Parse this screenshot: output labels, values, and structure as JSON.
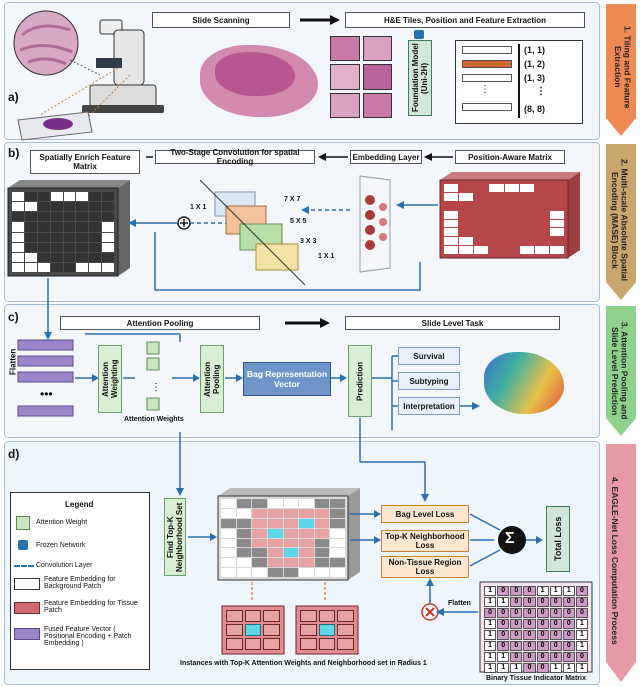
{
  "panels": {
    "a": {
      "label": "a)",
      "slide_scanning": "Slide Scanning",
      "he_tiles": "H&E Tiles, Position  and Feature Extraction",
      "foundation_model": "Foundation Model (Uni-2H)",
      "positions": [
        "(1, 1)",
        "(1, 2)",
        "(1, 3)",
        "(8, 8)"
      ],
      "dots": "⋮"
    },
    "b": {
      "label": "b)",
      "spatially_enrich": "Spatially Enrich Feature Matrix",
      "two_stage": "Two-Stage Convolution for spatial Encoding",
      "embedding_layer": "Embedding Layer",
      "position_aware": "Position-Aware Matrix",
      "kernels": [
        "7 X 7",
        "5 X 5",
        "3 X 3",
        "1 X 1",
        "1 X 1"
      ]
    },
    "c": {
      "label": "c)",
      "flatten": "Flatten",
      "attention_pooling_title": "Attention Pooling",
      "slide_level_task": "Slide Level Task",
      "attention_weighting": "Attention Weighting",
      "attention_pooling": "Attention Pooling",
      "attention_weights": "Attention Weights",
      "bag_representation": "Bag Representation Vector",
      "prediction": "Prediction",
      "tasks": [
        "Survival",
        "Subtyping",
        "Interpretation"
      ]
    },
    "d": {
      "label": "d)",
      "legend_title": "Legend",
      "legend_items": [
        "Attention Weight",
        "Frozen Network",
        "Convolution Layer",
        "Feature Embedding for Background Patch",
        "Feature Embedding for Tissue Patch",
        "Fused Feature Vector ( Positional Encoding + Patch  Embedding )"
      ],
      "find_topk": "Find Top-K Neighborhood Set",
      "bag_loss": "Bag Level Loss",
      "topk_loss": "Top-K Neighborhood Loss",
      "nontissue_loss": "Non-Tissue Region Loss",
      "total_loss": "Total Loss",
      "sigma": "Σ",
      "flatten": "Flatten",
      "instances_caption": "Instances with Top-K Attention Weights and Neighborhood set  in Radius 1",
      "binary_caption": "Binary Tissue Indicator Matrix",
      "binary_matrix": [
        [
          "1",
          "0",
          "0",
          "0",
          "1",
          "1",
          "1",
          "0"
        ],
        [
          "1",
          "1",
          "0",
          "0",
          "0",
          "0",
          "0",
          "0"
        ],
        [
          "0",
          "0",
          "0",
          "0",
          "0",
          "0",
          "0",
          "0"
        ],
        [
          "1",
          "0",
          "0",
          "0",
          "0",
          "0",
          "0",
          "1"
        ],
        [
          "1",
          "0",
          "0",
          "0",
          "0",
          "0",
          "0",
          "1"
        ],
        [
          "1",
          "0",
          "0",
          "0",
          "0",
          "0",
          "0",
          "1"
        ],
        [
          "1",
          "1",
          "0",
          "0",
          "0",
          "0",
          "0",
          "0"
        ],
        [
          "1",
          "1",
          "1",
          "0",
          "0",
          "1",
          "1",
          "1"
        ]
      ]
    }
  },
  "side_labels": [
    "1.  Tiling and Feature Extraction",
    "2.  Multi-scale Absolute Spatial Encoding (MASE) Block",
    "3.  Attention Pooling and Slide Level Prediction",
    "4.  EAGLE-Net Loss Computation Process"
  ],
  "colors": {
    "stage1": "#f08a55",
    "stage2": "#c4a06a",
    "stage3": "#8fd08c",
    "stage4": "#e59aa4",
    "tissue_red": "#c0484b",
    "bg_gray": "#555555",
    "purple": "#9b85c9",
    "teal": "#2e8c8c"
  }
}
